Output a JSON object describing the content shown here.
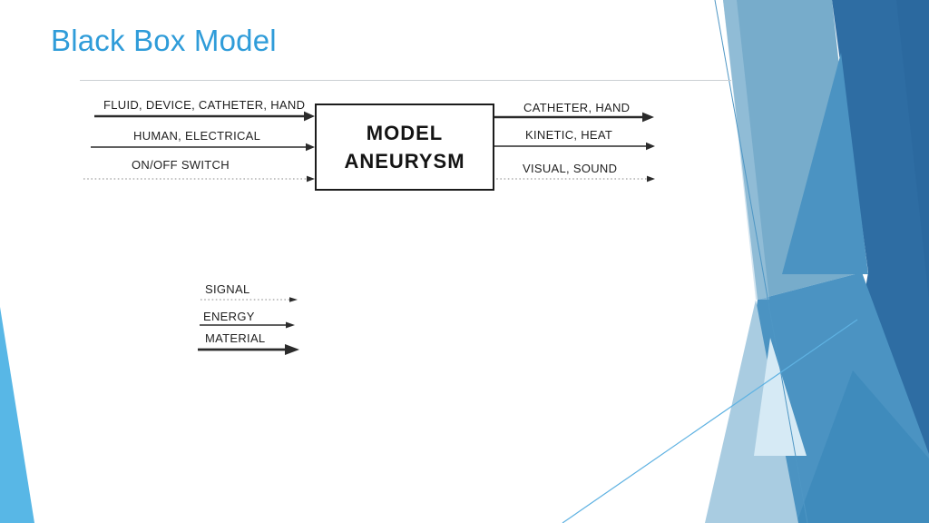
{
  "slide": {
    "title": "Black Box Model"
  },
  "diagram": {
    "box": {
      "line1": "MODEL",
      "line2": "ANEURYSM"
    },
    "inputs": [
      {
        "label": "FLUID, DEVICE, CATHETER, HAND"
      },
      {
        "label": "HUMAN, ELECTRICAL"
      },
      {
        "label": "ON/OFF SWITCH"
      }
    ],
    "outputs": [
      {
        "label": "CATHETER, HAND"
      },
      {
        "label": "KINETIC, HEAT"
      },
      {
        "label": "VISUAL, SOUND"
      }
    ],
    "legend": [
      {
        "label": "SIGNAL"
      },
      {
        "label": "ENERGY"
      },
      {
        "label": "MATERIAL"
      }
    ]
  },
  "colors": {
    "title": "#2F9CD9",
    "separator": "#CBCFD3",
    "ink": "#2B2B2B",
    "dotted": "#8A8A8A",
    "box_border": "#1C1C1C",
    "label_text": "#1F1F1F",
    "sky": "#58B7E6",
    "mlight": "#77ACCB",
    "medium": "#4B93C2",
    "medium2": "#3F8BBC",
    "dark": "#2E6DA3",
    "darker": "#29669C",
    "pale": "#A9CCE1",
    "vpale": "#D6EAF5",
    "hairline": "#4E96C4",
    "skyline": "#5FB2E2"
  }
}
